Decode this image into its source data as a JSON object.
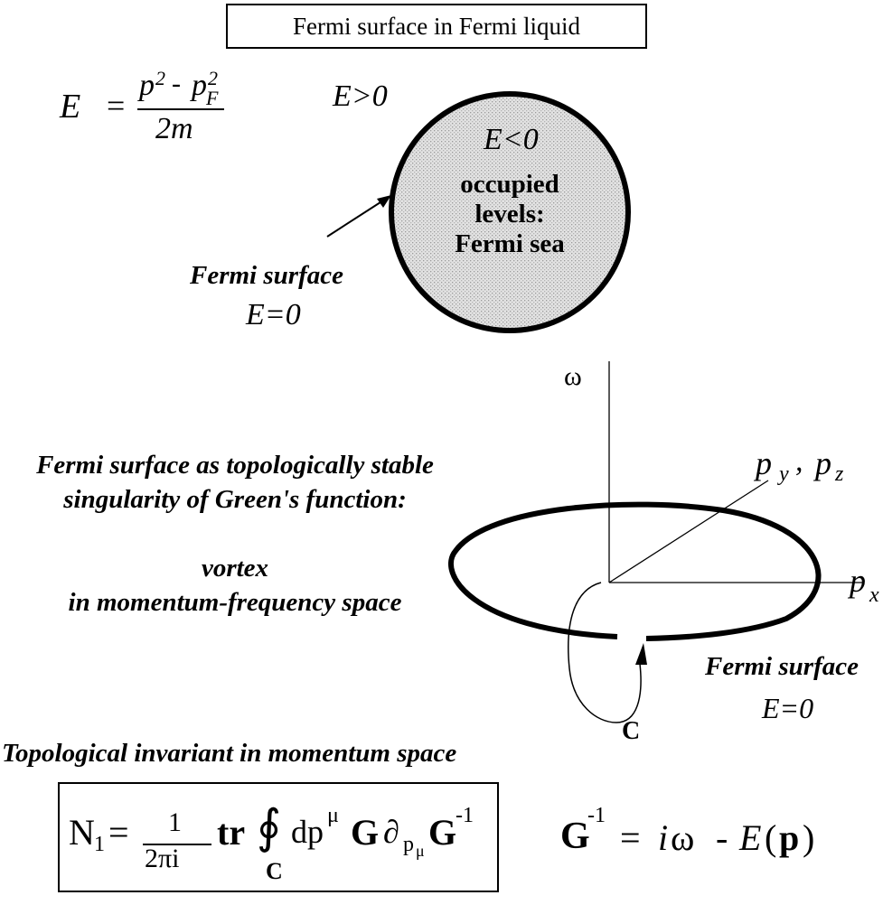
{
  "title": "Fermi surface in Fermi liquid",
  "dispersion": {
    "lhs": "E",
    "eq": "=",
    "num_a": "p",
    "num_a_sup": "2",
    "minus": "-",
    "num_b": "p",
    "num_b_sup": "2",
    "num_b_sub": "F",
    "den": "2m"
  },
  "sphere": {
    "outside_label": "E>0",
    "inside_label": "E<0",
    "inside_text": [
      "occupied",
      "levels:",
      "Fermi sea"
    ],
    "surface_label": "Fermi surface",
    "surface_energy": "E=0"
  },
  "middle_text": {
    "line1": "Fermi surface as topologically stable",
    "line2": "singularity of Green's function:",
    "line3": "vortex",
    "line4": "in momentum-frequency space"
  },
  "axes": {
    "omega": "ω",
    "py": "p",
    "py_sub": "y",
    "comma": ",",
    "pz": "p",
    "pz_sub": "z",
    "px": "p",
    "px_sub": "x",
    "contour": "C",
    "ring_label": "Fermi surface",
    "ring_energy": "E=0"
  },
  "invariant_heading": "Topological  invariant in momentum space",
  "formula": {
    "N": "N",
    "N_sub": "1",
    "eq": "=",
    "frac_num": "1",
    "frac_den": "2πi",
    "tr": "tr",
    "oint": "∮",
    "C": "C",
    "dp": "dp",
    "mu": "μ",
    "G": "G",
    "partial": "∂",
    "p_sub": "p",
    "mu_sub": "μ",
    "G2": "G",
    "inv": "-1"
  },
  "green": {
    "G": "G",
    "inv": "-1",
    "eq": "=",
    "i": "i",
    "omega": "ω",
    "minus": "-",
    "E": "E",
    "lp": "(",
    "p": "p",
    "rp": ")"
  }
}
